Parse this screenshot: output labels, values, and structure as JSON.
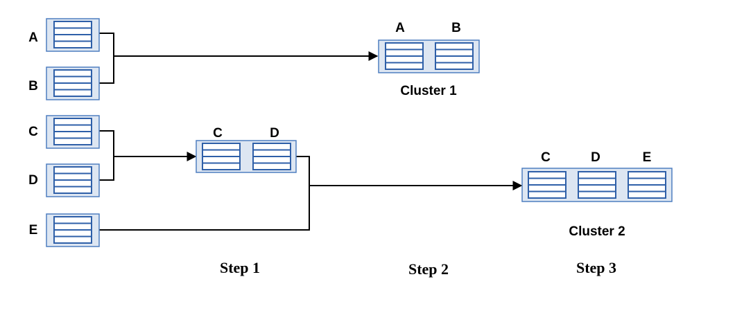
{
  "colors": {
    "box_fill": "#dde6f2",
    "box_stroke": "#4f7fc0",
    "icon_fill": "#ffffff",
    "icon_stroke": "#2e5fa8",
    "line": "#000000"
  },
  "items": [
    "A",
    "B",
    "C",
    "D",
    "E"
  ],
  "merges": [
    {
      "members": [
        "A",
        "B"
      ],
      "label": "Cluster 1"
    },
    {
      "members": [
        "C",
        "D"
      ],
      "label": ""
    },
    {
      "members": [
        "C",
        "D",
        "E"
      ],
      "label": "Cluster 2"
    }
  ],
  "steps": [
    "Step 1",
    "Step 2",
    "Step 3"
  ]
}
